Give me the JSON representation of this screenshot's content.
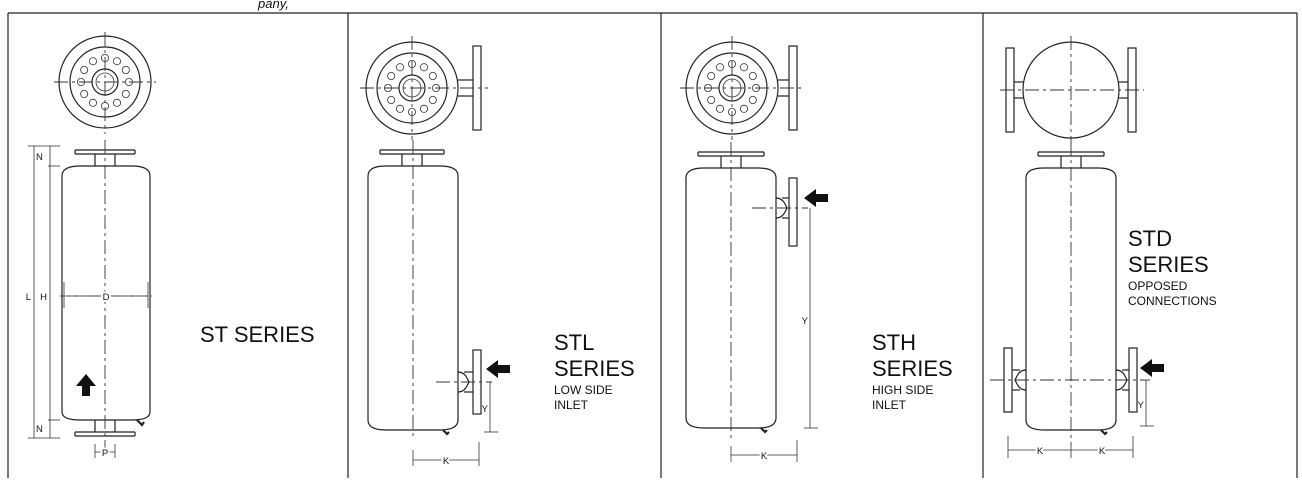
{
  "header_fragment": "pany,",
  "panels": [
    {
      "id": "st",
      "title_lines": [
        "ST SERIES"
      ],
      "subtitle_lines": [],
      "dims": {
        "L": "L",
        "H": "H",
        "D": "D",
        "N_top": "N",
        "N_bottom": "N",
        "P": "P"
      }
    },
    {
      "id": "stl",
      "title_lines": [
        "STL",
        "SERIES"
      ],
      "subtitle_lines": [
        "LOW SIDE",
        "INLET"
      ],
      "dims": {
        "Y": "Y",
        "K": "K"
      }
    },
    {
      "id": "sth",
      "title_lines": [
        "STH",
        "SERIES"
      ],
      "subtitle_lines": [
        "HIGH SIDE",
        "INLET"
      ],
      "dims": {
        "Y": "Y",
        "K": "K"
      }
    },
    {
      "id": "std",
      "title_lines": [
        "STD",
        "SERIES"
      ],
      "subtitle_lines": [
        "OPPOSED",
        "CONNECTIONS"
      ],
      "dims": {
        "Y": "Y",
        "K_left": "K",
        "K_right": "K"
      }
    }
  ],
  "icons": {
    "flow_arrow": "black-flow-arrow-icon",
    "drain": "drain-nozzle-icon"
  }
}
